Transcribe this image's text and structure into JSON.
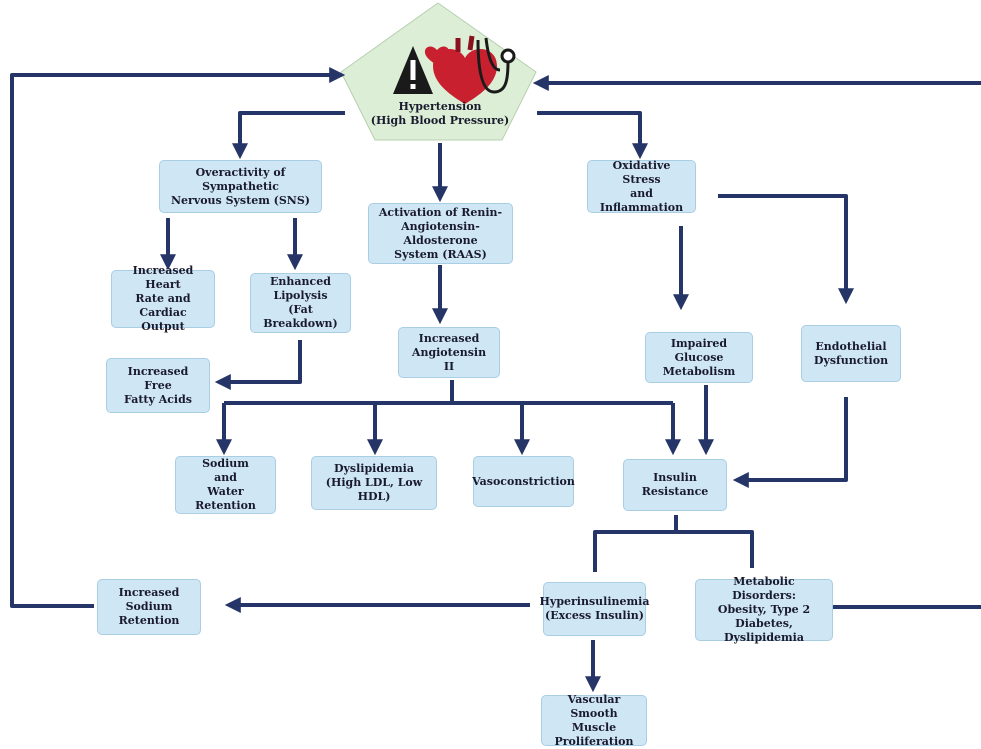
{
  "colors": {
    "arrow": "#263567",
    "box_fill": "#cfe7f5",
    "pentagon_fill": "#dcefd6",
    "heart": "#c8202f",
    "warning": "#1a1a1a"
  },
  "icons": [
    "warning-triangle-icon",
    "heart-icon",
    "stethoscope-icon"
  ],
  "nodes": {
    "hypertension": "Hypertension\n(High Blood Pressure)",
    "sns": "Overactivity of Sympathetic\nNervous System (SNS)",
    "raas": "Activation of Renin-\nAngiotensin-Aldosterone\nSystem (RAAS)",
    "oxidative": "Oxidative Stress\nand\nInflammation",
    "heart_rate": "Increased Heart\nRate and Cardiac\nOutput",
    "lipolysis": "Enhanced\nLipolysis\n(Fat Breakdown)",
    "angiotensin": "Increased\nAngiotensin II",
    "glucose": "Impaired Glucose\nMetabolism",
    "endothelial": "Endothelial\nDysfunction",
    "ffa": "Increased Free\nFatty Acids",
    "sodium_water": "Sodium\nand\nWater Retention",
    "dyslipidemia": "Dyslipidemia\n(High LDL, Low HDL)",
    "vasoconstriction": "Vasoconstriction",
    "insulin_resistance": "Insulin Resistance",
    "sodium_retention": "Increased\nSodium\nRetention",
    "hyperinsulinemia": "Hyperinsulinemia\n(Excess Insulin)",
    "metabolic": "Metabolic Disorders:\nObesity, Type 2\nDiabetes, Dyslipidemia",
    "vascular": "Vascular Smooth\nMuscle\nProliferation"
  }
}
